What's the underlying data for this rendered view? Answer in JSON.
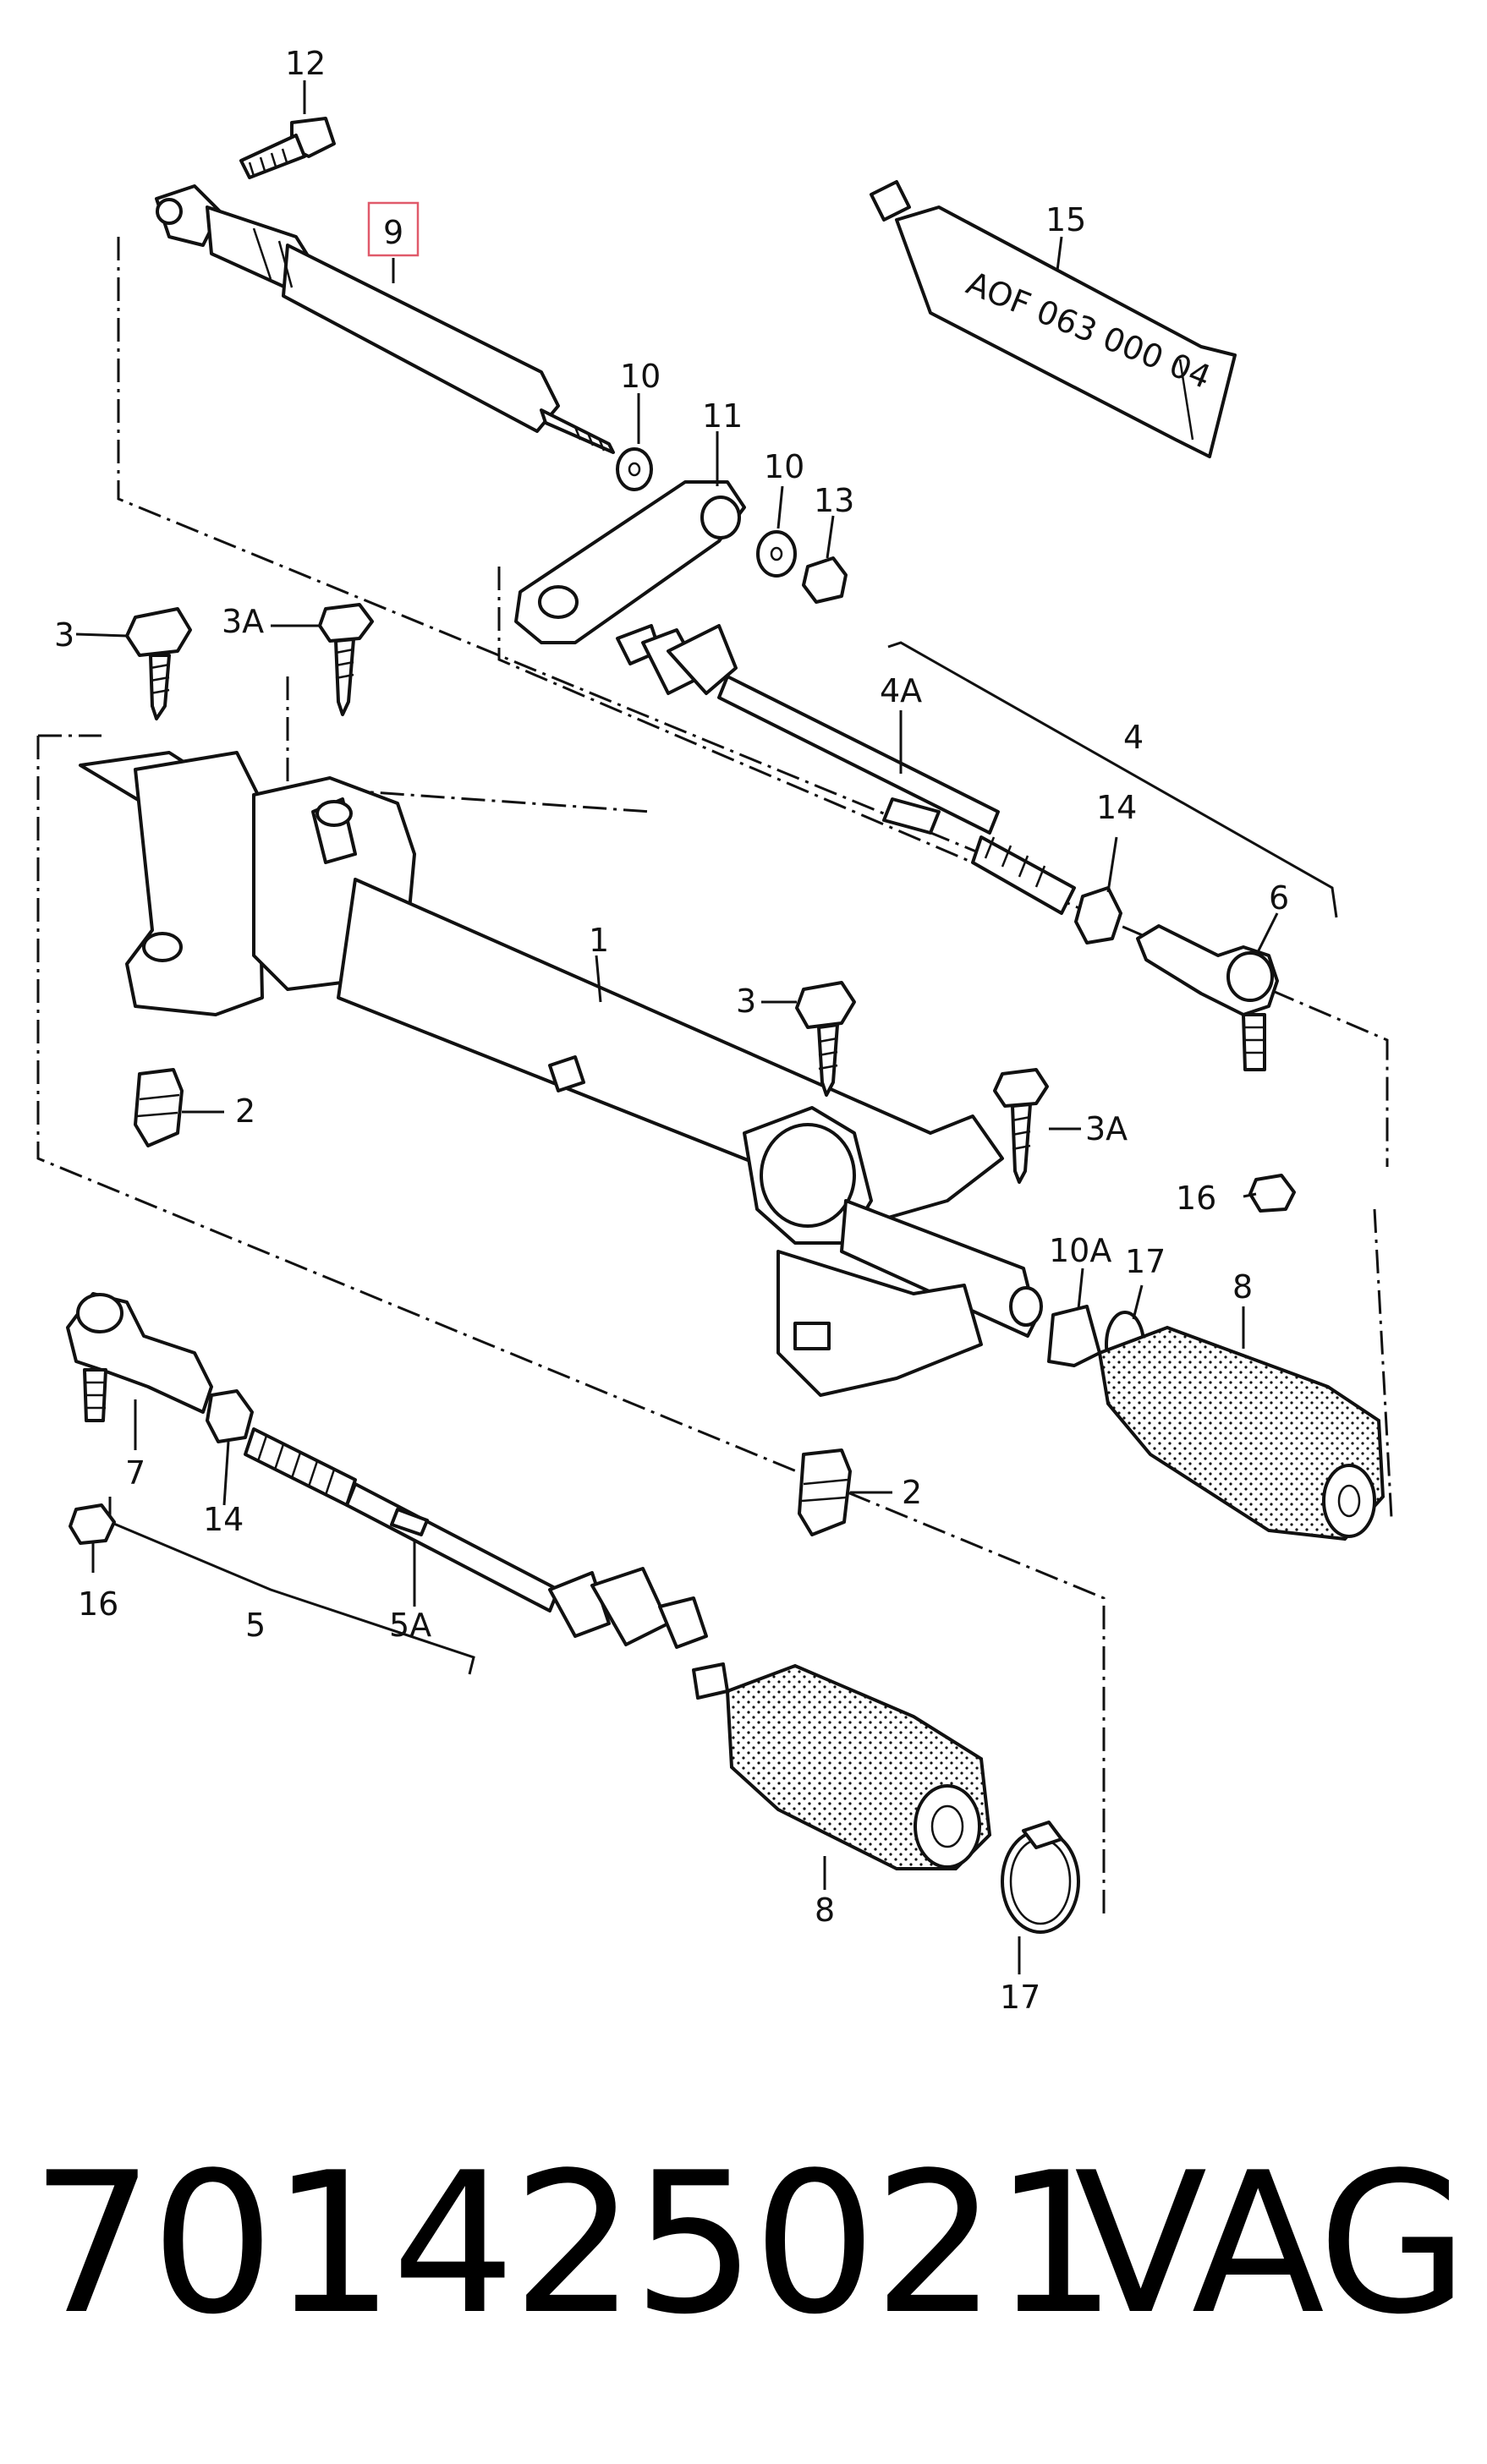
{
  "diagram": {
    "labels": {
      "l12": "12",
      "l9": "9",
      "l15": "15",
      "tube_text": "AOF 063 000 04",
      "l10a": "10",
      "l11": "11",
      "l10b": "10",
      "l13": "13",
      "l3a": "3",
      "l3A_a": "3A",
      "l4A": "4A",
      "l4": "4",
      "l14a": "14",
      "l6": "6",
      "l1": "1",
      "l3b": "3",
      "l2a": "2",
      "l3A_b": "3A",
      "l16a": "16",
      "l10A": "10A",
      "l17a": "17",
      "l8a": "8",
      "l7": "7",
      "l14b": "14",
      "l16b": "16",
      "l5": "5",
      "l5A": "5A",
      "l2b": "2",
      "l8b": "8",
      "l17b": "17"
    },
    "highlight_color": "#e05a6a"
  },
  "footer": {
    "part_number": "701425021",
    "brand": "VAG"
  }
}
